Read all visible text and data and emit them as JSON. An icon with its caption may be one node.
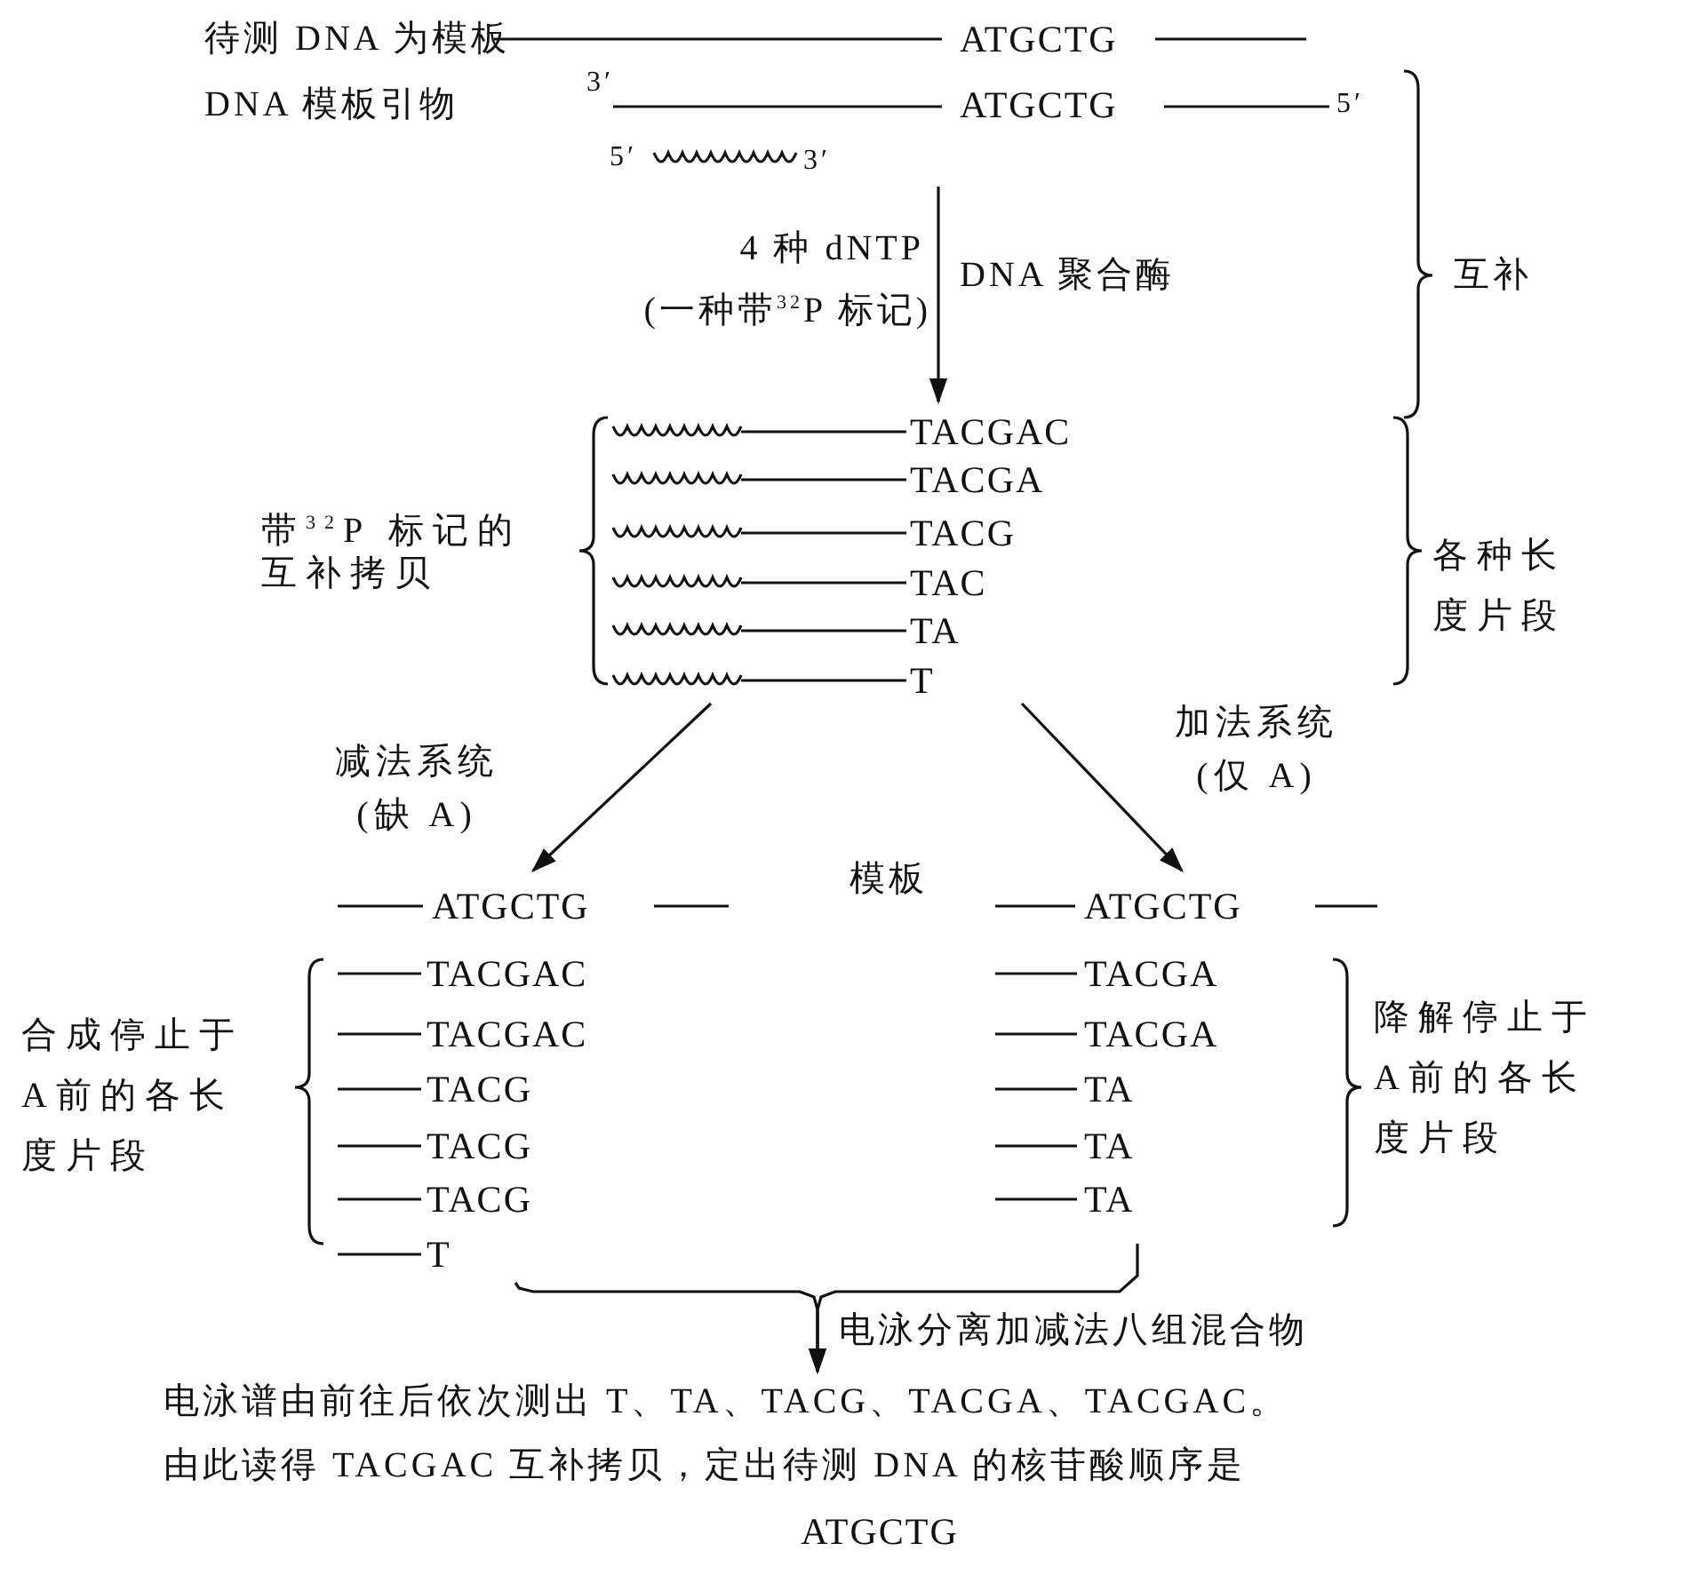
{
  "diagram": {
    "nodes": [
      {
        "text": [
          "待测 DNA 为模板",
          "ATGCTG",
          "DNA 模板引物",
          "3′",
          "ATGCTG",
          "5′",
          "5′",
          "3′"
        ]
      },
      {
        "text": [
          "带$^{32}$P 标记的互补拷贝",
          "TACGAC",
          "TACGA",
          "TACG",
          "TAC",
          "TA",
          "T"
        ]
      },
      {
        "text": [
          "ATGCTG",
          "TACGAC",
          "TACGAC",
          "TACG",
          "TACG",
          "TACG",
          "T"
        ]
      },
      {
        "text": [
          "ATGCTG",
          "TACGA",
          "TACGA",
          "TA",
          "TA",
          "TA"
        ]
      },
      {
        "text": [
          "电泳谱由前往后依次测出 T、TA、TACG、TACGA、TACGAC。",
          "由此读得 TACGAC 互补拷贝，定出待测 DNA 的核苷酸顺序是",
          "ATGCTG"
        ]
      }
    ],
    "edges": [
      {
        "from": 0,
        "to": 1,
        "arrow": "to"
      },
      {
        "from": 1,
        "to": 2,
        "arrow": "to",
        "label": "减法系统 (缺 A)"
      },
      {
        "from": 1,
        "to": 3,
        "arrow": "to",
        "label": "加法系统 (仅 A)"
      },
      {
        "from": 2,
        "to": 4,
        "arrow": "to"
      },
      {
        "from": 3,
        "to": 4,
        "arrow": "to"
      }
    ],
    "labels": [
      "4 种 dNTP",
      "DNA 聚合酶",
      "互补",
      "(一种带$^{32}$P 标记)",
      "各种长度片段",
      "模板",
      "合成停止于A前的各长度片段",
      "降解停止于A前的各长度片段",
      "电泳分离加减法八组混合物"
    ]
  }
}
